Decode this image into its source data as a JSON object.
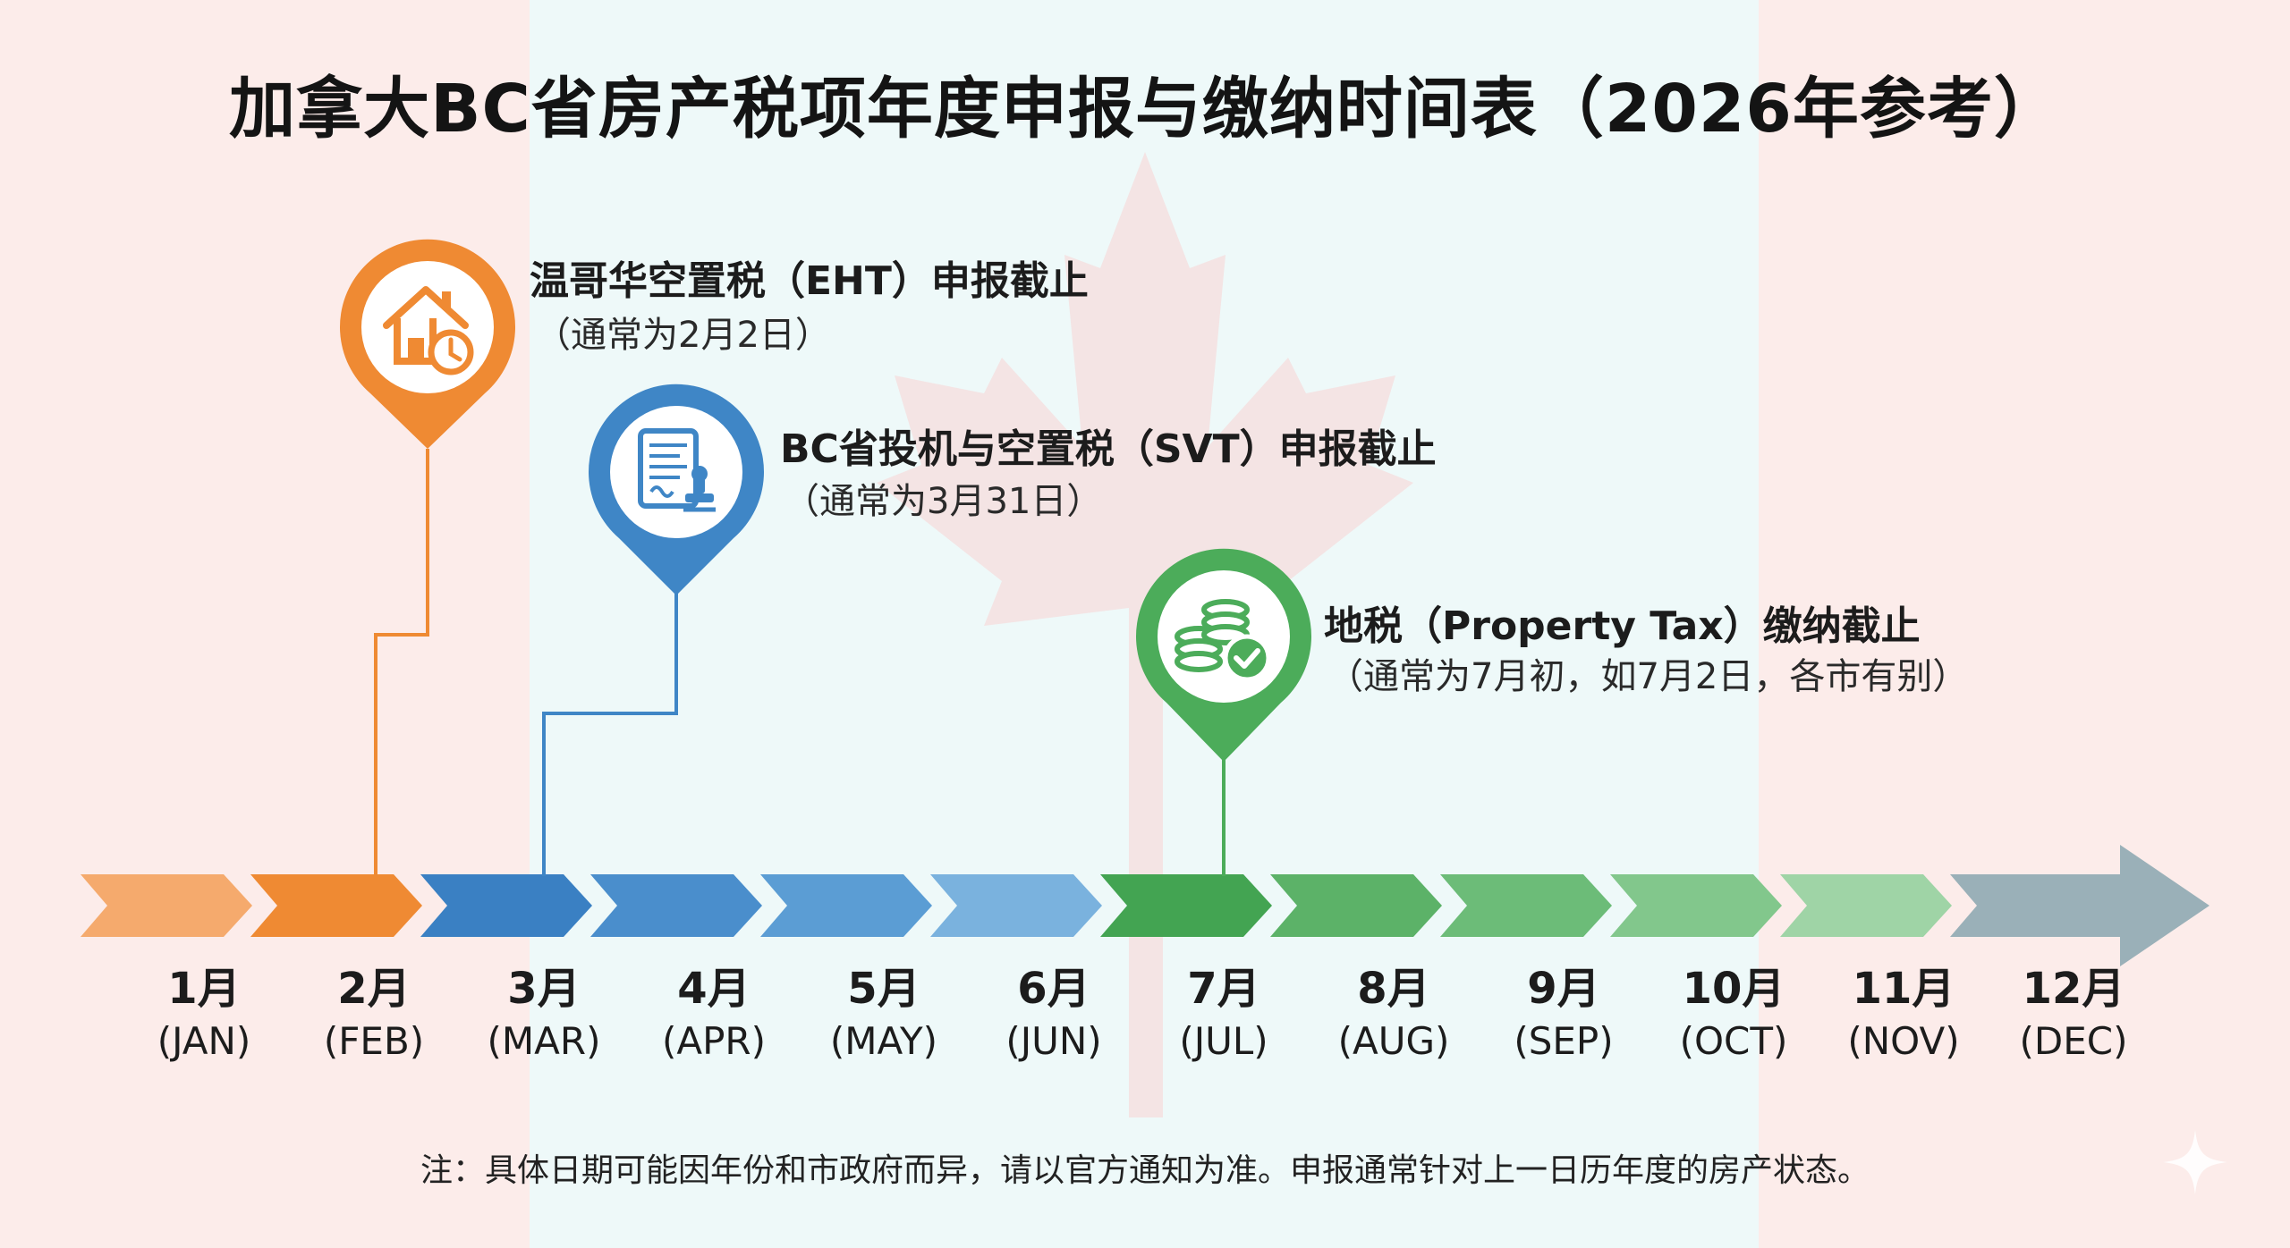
{
  "title": "加拿大BC省房产税项年度申报与缴纳时间表（2026年参考）",
  "colors": {
    "orange": "#ef8a33",
    "blue": "#3f86c6",
    "green": "#4cac5a",
    "gray": "#9ab0b8"
  },
  "events": [
    {
      "title": "温哥华空置税（EHT）申报截止",
      "subtitle": "（通常为2月2日）",
      "month_index": 2,
      "icon": "house-clock-icon",
      "color": "#ef8a33"
    },
    {
      "title": "BC省投机与空置税（SVT）申报截止",
      "subtitle": "（通常为3月31日）",
      "month_index": 3,
      "icon": "document-stamp-icon",
      "color": "#3f86c6"
    },
    {
      "title": "地税（Property Tax）缴纳截止",
      "subtitle": "（通常为7月初，如7月2日，各市有别）",
      "month_index": 7,
      "icon": "coins-check-icon",
      "color": "#4cac5a"
    }
  ],
  "months": [
    {
      "label": "1月",
      "abbr": "(JAN)",
      "color": "#f5aa6d"
    },
    {
      "label": "2月",
      "abbr": "(FEB)",
      "color": "#ef8a33"
    },
    {
      "label": "3月",
      "abbr": "(MAR)",
      "color": "#3a80c3"
    },
    {
      "label": "4月",
      "abbr": "(APR)",
      "color": "#4a8ecc"
    },
    {
      "label": "5月",
      "abbr": "(MAY)",
      "color": "#5b9dd4"
    },
    {
      "label": "6月",
      "abbr": "(JUN)",
      "color": "#7ab2de"
    },
    {
      "label": "7月",
      "abbr": "(JUL)",
      "color": "#43a452"
    },
    {
      "label": "8月",
      "abbr": "(AUG)",
      "color": "#5cb268"
    },
    {
      "label": "9月",
      "abbr": "(SEP)",
      "color": "#6cbc78"
    },
    {
      "label": "10月",
      "abbr": "(OCT)",
      "color": "#82c78c"
    },
    {
      "label": "11月",
      "abbr": "(NOV)",
      "color": "#9fd4a6"
    },
    {
      "label": "12月",
      "abbr": "(DEC)",
      "color": "#9ab0b8"
    }
  ],
  "note": "注：具体日期可能因年份和市政府而异，请以官方通知为准。申报通常针对上一日历年度的房产状态。"
}
